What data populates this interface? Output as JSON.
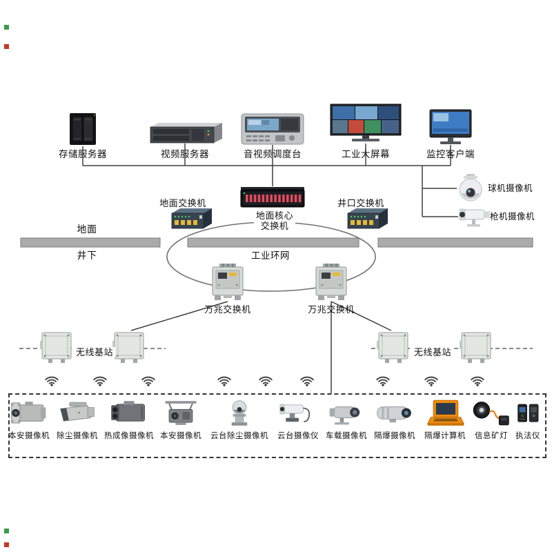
{
  "colors": {
    "background": "#ffffff",
    "line": "#3f3f3f",
    "ground_bar": "#ababab",
    "dashed_box_border": "#333333",
    "accent_orange": "#f28a0d"
  },
  "top_devices": [
    {
      "label": "存储服务器",
      "icon": "storage-server-icon"
    },
    {
      "label": "视频服务器",
      "icon": "video-server-icon"
    },
    {
      "label": "音视频调度台",
      "icon": "dispatch-console-icon"
    },
    {
      "label": "工业大屏幕",
      "icon": "industrial-screen-icon"
    },
    {
      "label": "监控客户端",
      "icon": "monitor-client-icon"
    }
  ],
  "switches": {
    "ground_switch": "地面交换机",
    "core_switch": "地面核心\n交换机",
    "wellhead_switch": "井口交换机",
    "ten_g_switch": "万兆交换机"
  },
  "surface_cameras": [
    {
      "label": "球机摄像机",
      "icon": "dome-camera-icon"
    },
    {
      "label": "枪机摄像机",
      "icon": "bullet-camera-icon"
    }
  ],
  "zones": {
    "surface": "地面",
    "underground": "井下",
    "ring_network": "工业环网"
  },
  "wireless_base_station": "无线基站",
  "bottom_devices": [
    {
      "label": "本安摄像机",
      "icon": "is-camera-icon"
    },
    {
      "label": "除尘摄像机",
      "icon": "dust-camera-icon"
    },
    {
      "label": "热成像摄像机",
      "icon": "thermal-camera-icon"
    },
    {
      "label": "本安摄像机",
      "icon": "is-bracket-camera-icon"
    },
    {
      "label": "云台除尘摄像机",
      "icon": "ptz-dust-camera-icon"
    },
    {
      "label": "云台摄像仪",
      "icon": "ptz-camera-icon"
    },
    {
      "label": "车载摄像机",
      "icon": "vehicle-camera-icon"
    },
    {
      "label": "隔爆摄像机",
      "icon": "exproof-camera-icon"
    },
    {
      "label": "隔爆计算机",
      "icon": "exproof-computer-icon"
    },
    {
      "label": "信息矿灯",
      "icon": "mine-lamp-icon"
    },
    {
      "label": "执法仪",
      "icon": "body-recorder-icon"
    }
  ]
}
